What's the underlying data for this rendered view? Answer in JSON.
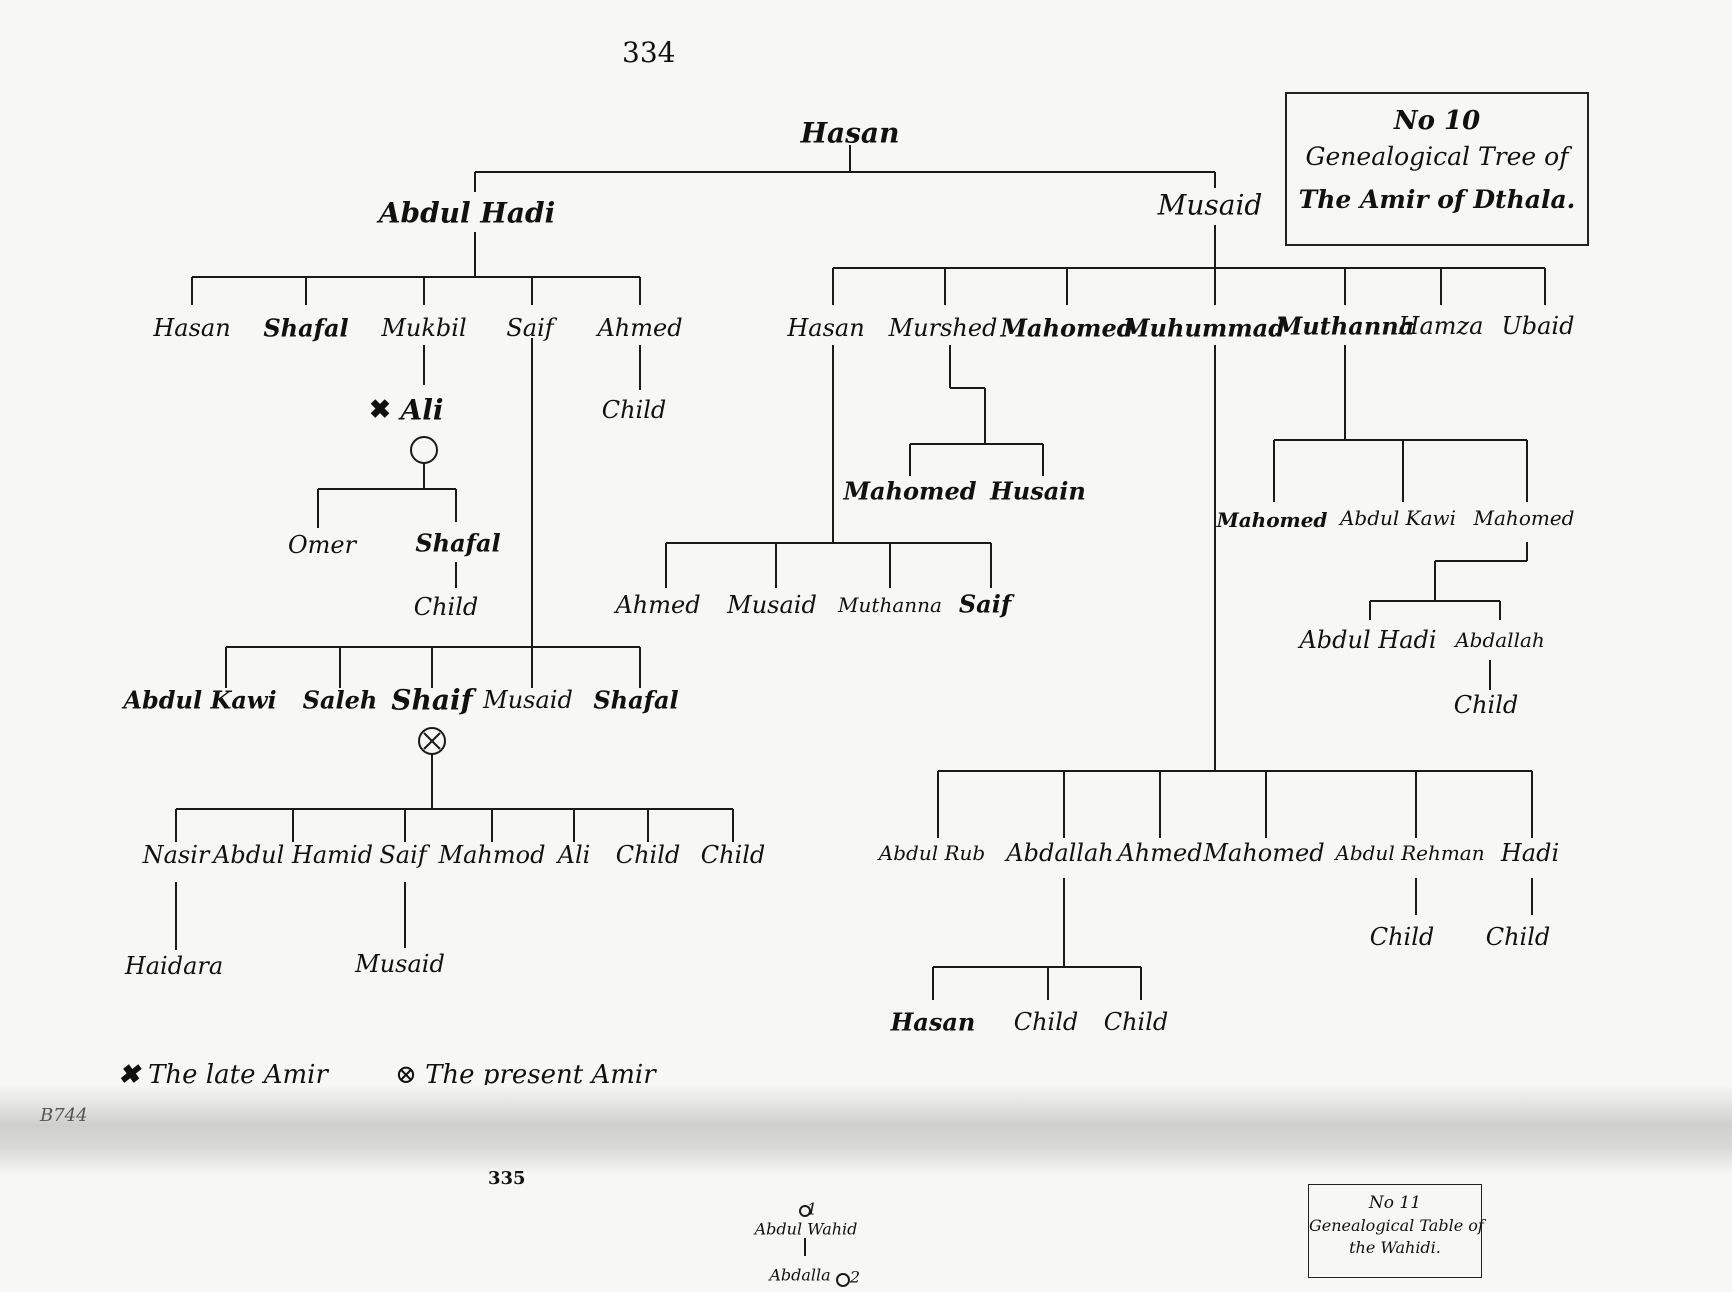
{
  "page": {
    "top_page_number": "334",
    "bottom_page_number": "335",
    "stamp": "B744"
  },
  "title_box": {
    "line1": "No 10",
    "line2": "Genealogical Tree of",
    "line3": "The Amir of Dthala."
  },
  "bottom_box": {
    "line1": "No 11",
    "line2": "Genealogical Table of",
    "line3": "the Wahidi."
  },
  "legend": {
    "late_amir_label": "The late Amir",
    "present_amir_label": "The present Amir"
  },
  "tree": {
    "root": "Hasan",
    "abdul_hadi": {
      "name": "Abdul Hadi",
      "children": [
        "Hasan",
        "Shafal",
        "Mukbil",
        "Saif",
        "Ahmed"
      ],
      "ahmed_child": "Child",
      "ali": "Ali",
      "ali_children": [
        "Omer",
        "Shafal"
      ],
      "shafal_child": "Child",
      "saif_children": [
        "Abdul Kawi",
        "Saleh",
        "Shaif",
        "Musaid",
        "Shafal"
      ],
      "shaif_children": [
        "Nasir",
        "Abdul Hamid",
        "Saif",
        "Mahmod",
        "Ali",
        "Child",
        "Child"
      ],
      "nasir_child": "Haidara",
      "saif_child": "Musaid"
    },
    "musaid": {
      "name": "Musaid",
      "children": [
        "Hasan",
        "Murshed",
        "Mahomed",
        "Muhummad",
        "Muthanna",
        "Hamza",
        "Ubaid"
      ],
      "murshed_children": [
        "Mahomed",
        "Husain"
      ],
      "hasan_children": [
        "Ahmed",
        "Musaid",
        "Muthanna",
        "Saif"
      ],
      "muthanna_children": [
        "Mahomed",
        "Abdul Kawi",
        "Mahomed"
      ],
      "mahomed_children": [
        "Abdul Hadi",
        "Abdallah"
      ],
      "abdallah_child": "Child",
      "muhummad_children": [
        "Abdul Rub",
        "Abdallah",
        "Ahmed",
        "Mahomed",
        "Abdul Rehman",
        "Hadi"
      ],
      "abdul_rehman_child": "Child",
      "hadi_child": "Child",
      "abdallah_children": [
        "Hasan",
        "Child",
        "Child"
      ]
    }
  },
  "bottom_tree": {
    "node1": "Abdul Wahid",
    "node1_num": "1",
    "node2": "Abdalla",
    "node2_num": "2"
  }
}
